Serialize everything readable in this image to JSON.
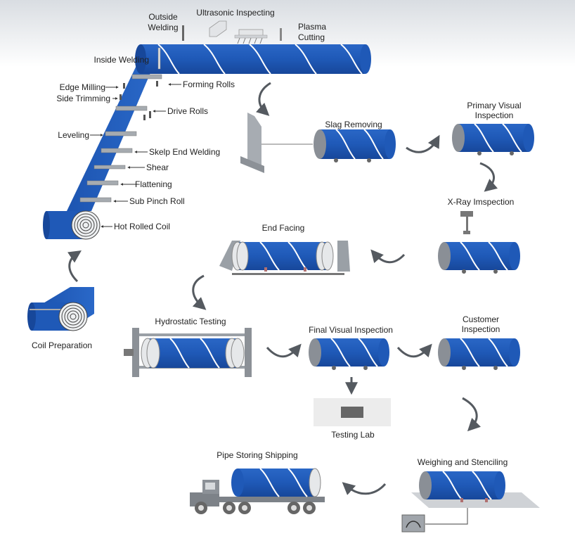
{
  "labels": {
    "outside_welding_1": "Outside",
    "outside_welding_2": "Welding",
    "ultrasonic_inspecting": "Ultrasonic Inspecting",
    "plasma_cutting_1": "Plasma",
    "plasma_cutting_2": "Cutting",
    "inside_welding": "Inside Welding",
    "forming_rolls": "Forming Rolls",
    "edge_milling": "Edge Milling",
    "side_trimming": "Side Trimming",
    "drive_rolls": "Drive Rolls",
    "leveling": "Leveling",
    "skelp_end_welding": "Skelp End Welding",
    "shear": "Shear",
    "flattening": "Flattening",
    "sub_pinch_roll": "Sub Pinch Roll",
    "hot_rolled_coil": "Hot Rolled Coil",
    "coil_preparation": "Coil  Preparation",
    "slag_removing": "Slag Removing",
    "primary_visual_1": "Primary Visual",
    "primary_visual_2": "Inspection",
    "xray_inspection": "X-Ray Imspection",
    "end_facing": "End Facing",
    "hydrostatic_testing": "Hydrostatic Testing",
    "final_visual_inspection": "Final Visual Inspection",
    "customer_inspection_1": "Customer",
    "customer_inspection_2": "Inspection",
    "testing_lab": "Testing Lab",
    "weighing_stenciling": "Weighing and Stenciling",
    "pipe_storing_shipping": "Pipe Storing Shipping"
  },
  "colors": {
    "pipe_blue": "#1f59b7",
    "pipe_dark": "#17479a",
    "end_grey": "#8a8f96",
    "machine_grey": "#9aa0a6",
    "arrow_grey": "#555a60"
  }
}
